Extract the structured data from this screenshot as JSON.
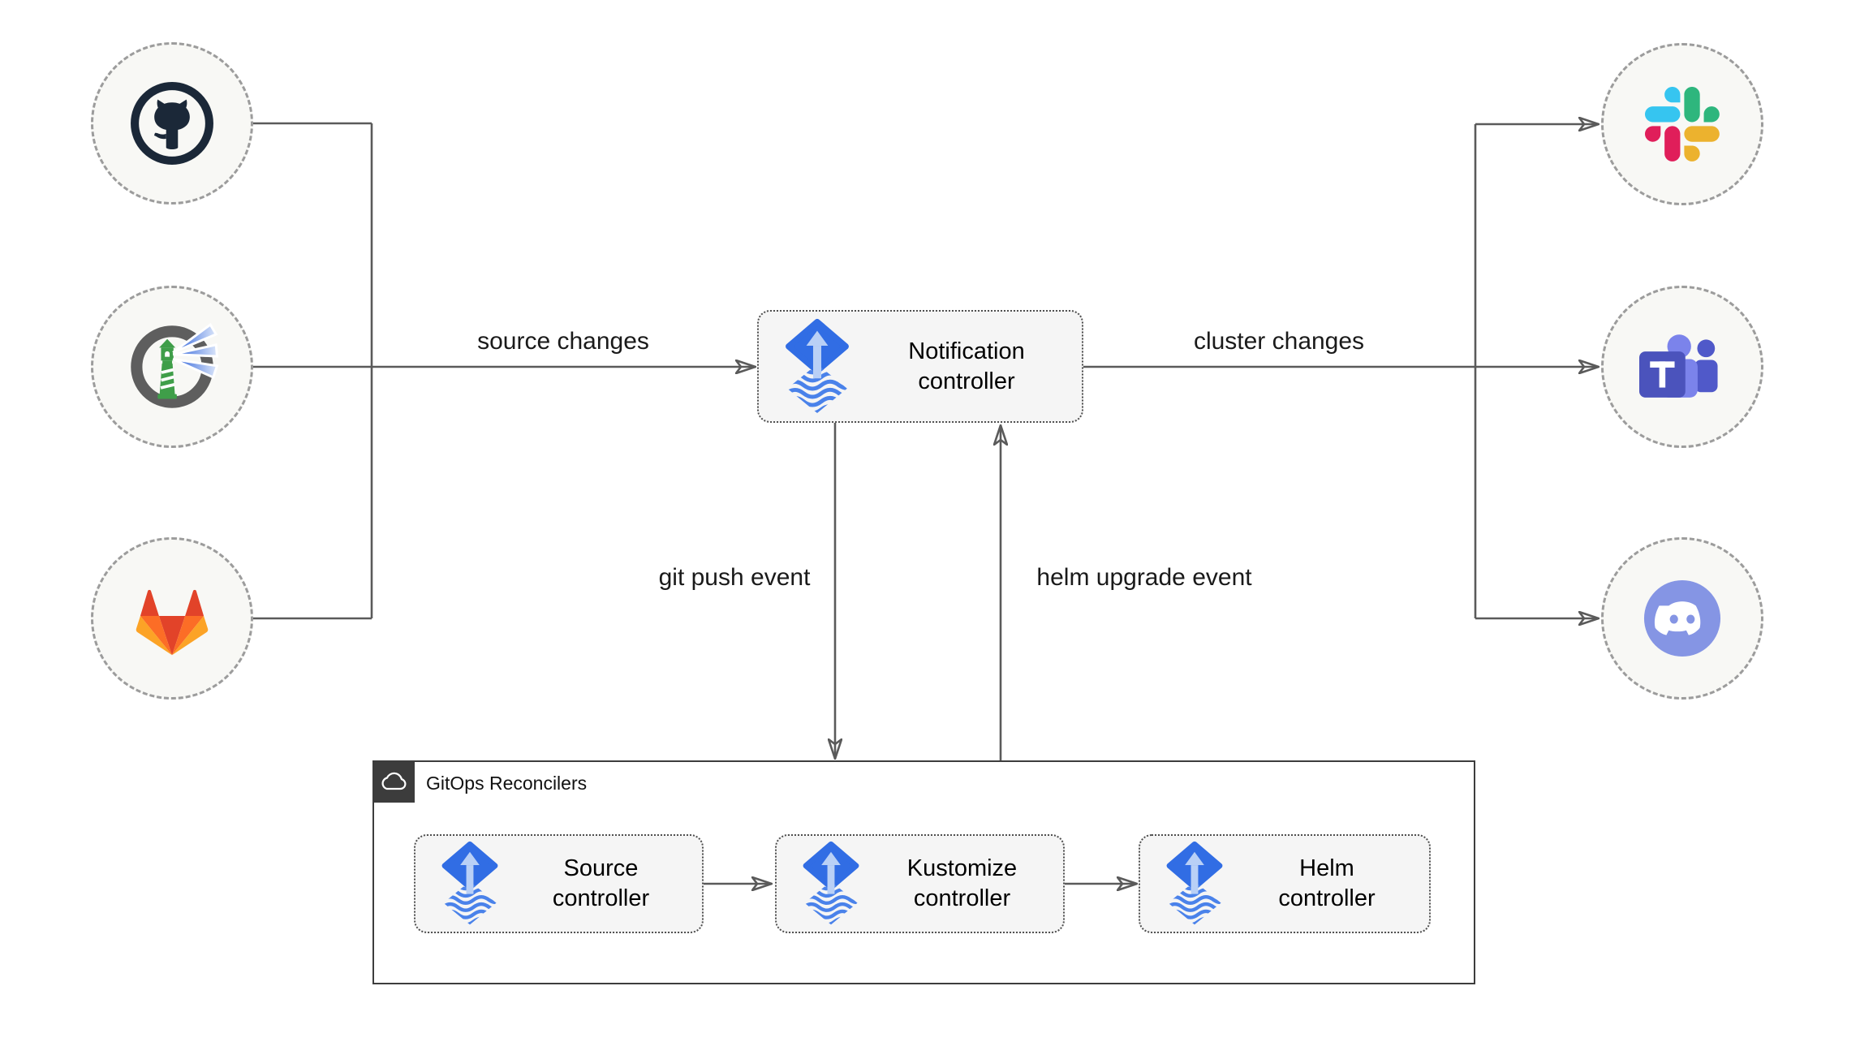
{
  "group": {
    "label": "GitOps Reconcilers",
    "icon": "cloud-icon"
  },
  "nodes": {
    "notification": {
      "label": "Notification controller",
      "icon": "flux-icon"
    },
    "source": {
      "label": "Source controller",
      "icon": "flux-icon"
    },
    "kustomize": {
      "label": "Kustomize controller",
      "icon": "flux-icon"
    },
    "helm": {
      "label": "Helm controller",
      "icon": "flux-icon"
    }
  },
  "edges": {
    "source_changes": "source changes",
    "cluster_changes": "cluster changes",
    "git_push_event": "git push event",
    "helm_upgrade_event": "helm upgrade event"
  },
  "integrations": {
    "inputs": [
      {
        "name": "github",
        "icon": "github-icon"
      },
      {
        "name": "harbor",
        "icon": "harbor-icon"
      },
      {
        "name": "gitlab",
        "icon": "gitlab-icon"
      }
    ],
    "outputs": [
      {
        "name": "slack",
        "icon": "slack-icon"
      },
      {
        "name": "microsoft-teams",
        "icon": "teams-icon"
      },
      {
        "name": "discord",
        "icon": "discord-icon"
      }
    ]
  },
  "colors": {
    "flux_blue": "#316de4",
    "flux_wave_blue": "#4a82ea",
    "flux_arrow_light": "#b9d0f6",
    "line_gray": "#5a5a5a",
    "node_fill": "#f5f5f5",
    "circle_fill": "#f8f8f5",
    "group_border": "#3d3d3d",
    "github_dark": "#1b2838",
    "harbor_green": "#3f9e49",
    "gitlab_red": "#e24329",
    "gitlab_orange": "#fc6d26",
    "gitlab_yellow": "#fca326",
    "slack_blue": "#36C5F0",
    "slack_green": "#2EB67D",
    "slack_yellow": "#ECB22E",
    "slack_red": "#E01E5A",
    "teams_purple": "#4b53bc",
    "teams_light": "#7b83eb",
    "teams_mid": "#5059c9",
    "discord_blurple": "#8595e4"
  }
}
